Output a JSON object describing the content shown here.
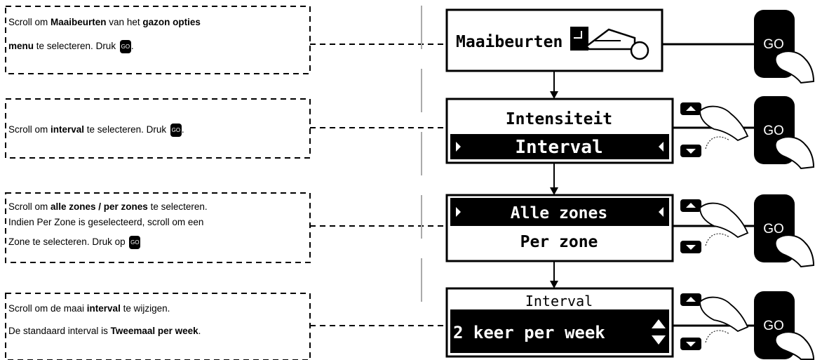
{
  "steps": [
    {
      "instruction": {
        "t1": "Scroll om ",
        "b1": "Maaibeurten",
        "t2": " van het ",
        "b2": "gazon opties",
        "b3": "menu",
        "t3": " te selecteren. Druk ",
        "go": "GO",
        "t4": "."
      },
      "screen": {
        "label": "Maaibeurten"
      }
    },
    {
      "instruction": {
        "t1": "Scroll om ",
        "b1": "interval",
        "t2": " te selecteren. Druk ",
        "go": "GO",
        "t3": "."
      },
      "screen": {
        "line1": "Intensiteit",
        "line2": "Interval",
        "selected": 2
      }
    },
    {
      "instruction": {
        "t1": "Scroll om ",
        "b1": "alle zones / per  zones",
        "t2": " te selecteren.",
        "line2": "Indien Per Zone is geselecteerd, scroll om een",
        "line3": "Zone te selecteren. Druk op ",
        "go": "GO"
      },
      "screen": {
        "line1": "Alle zones",
        "line2": "Per zone",
        "selected": 1
      }
    },
    {
      "instruction": {
        "line1": "Scroll om de maai ",
        "b1": "interval",
        "t1": " te wijzigen.",
        "line2": "De standaard interval is ",
        "b2": "Tweemaal per week",
        "t2": "."
      },
      "screen": {
        "line1": "Interval",
        "line2": "2 keer per week"
      }
    }
  ],
  "go_label": "GO",
  "icons": [
    "mower-icon",
    "arrow-up-key-icon",
    "arrow-down-key-icon",
    "go-key-icon",
    "pressing-hand-icon",
    "scroll-updown-icon"
  ]
}
